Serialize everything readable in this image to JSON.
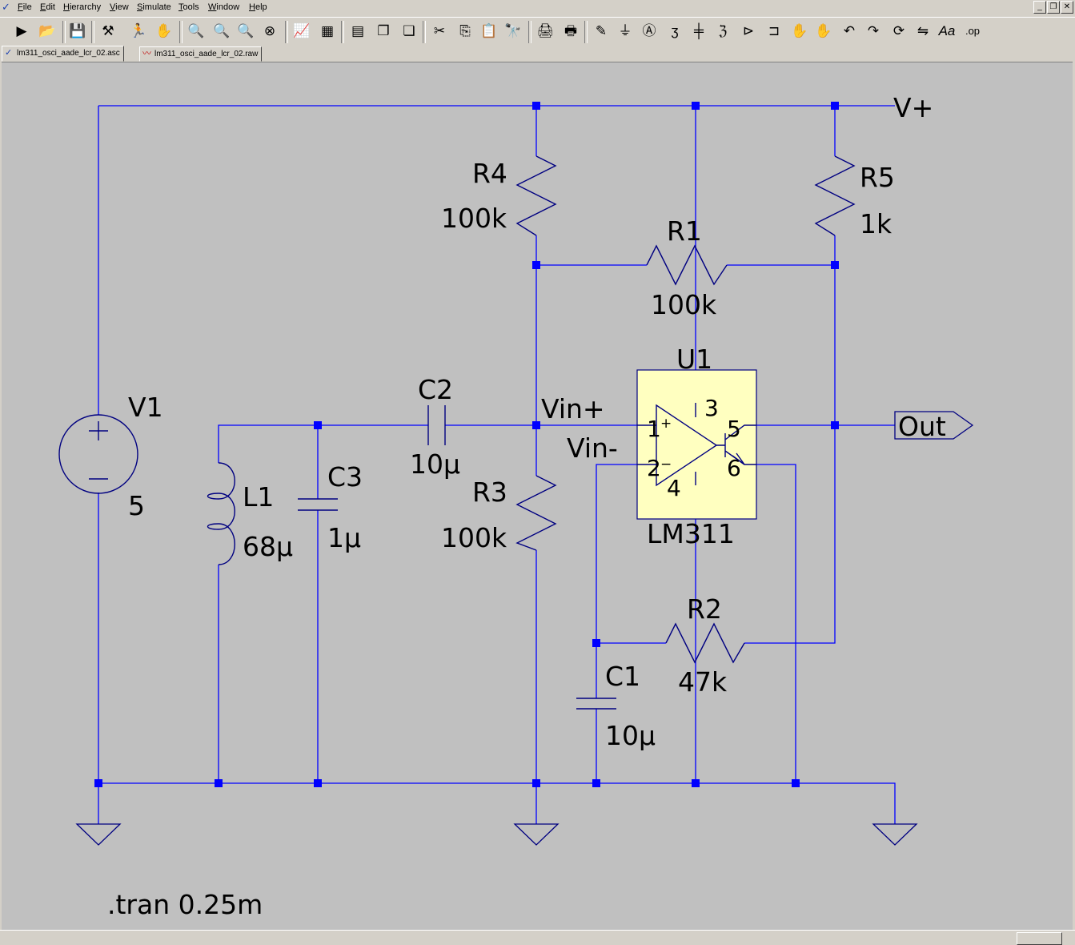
{
  "menu": {
    "items": [
      "File",
      "Edit",
      "Hierarchy",
      "View",
      "Simulate",
      "Tools",
      "Window",
      "Help"
    ]
  },
  "window_buttons": [
    "minimize",
    "restore",
    "close"
  ],
  "toolbar": {
    "icons": [
      "run-icon",
      "open-icon",
      "save-icon",
      "control-panel-icon",
      "run-sim-icon",
      "halt-icon",
      "zoom-in-icon",
      "zoom-pan-icon",
      "zoom-out-icon",
      "zoom-fit-icon",
      "autorange-icon",
      "pick-visible-traces-icon",
      "tile-horizontal-icon",
      "cascade-icon",
      "tile-vertical-icon",
      "cut-icon",
      "copy-icon",
      "paste-icon",
      "find-icon",
      "print-preview-icon",
      "print-icon",
      "draw-wire-icon",
      "ground-icon",
      "label-net-icon",
      "resistor-icon",
      "capacitor-icon",
      "inductor-icon",
      "diode-icon",
      "component-icon",
      "move-icon",
      "drag-icon",
      "undo-icon",
      "redo-icon",
      "rotate-icon",
      "mirror-icon",
      "text-icon",
      "spice-directive-icon"
    ]
  },
  "tabs": [
    {
      "label": "lm311_osci_aade_lcr_02.asc",
      "active": true
    },
    {
      "label": "lm311_osci_aade_lcr_02.raw",
      "active": false
    }
  ],
  "schematic": {
    "components": {
      "V1": {
        "name": "V1",
        "value": "5"
      },
      "L1": {
        "name": "L1",
        "value": "68µ"
      },
      "C3": {
        "name": "C3",
        "value": "1µ"
      },
      "C2": {
        "name": "C2",
        "value": "10µ"
      },
      "R3": {
        "name": "R3",
        "value": "100k"
      },
      "R4": {
        "name": "R4",
        "value": "100k"
      },
      "R1": {
        "name": "R1",
        "value": "100k"
      },
      "R5": {
        "name": "R5",
        "value": "1k"
      },
      "R2": {
        "name": "R2",
        "value": "47k"
      },
      "C1": {
        "name": "C1",
        "value": "10µ"
      },
      "U1": {
        "name": "U1",
        "value": "LM311"
      }
    },
    "pins": {
      "p1": "1",
      "p2": "2",
      "p3": "3",
      "p4": "4",
      "p5": "5",
      "p6": "6",
      "plus": "+",
      "minus": "−"
    },
    "nets": {
      "vplus": "V+",
      "vin_plus": "Vin+",
      "vin_minus": "Vin-",
      "out": "Out"
    },
    "directive": ".tran 0.25m",
    "colors": {
      "wire": "#0000ff",
      "junction": "#0000ff",
      "component": "#000080",
      "opamp_body": "#ffffc0",
      "background": "#c0c0c0"
    }
  }
}
